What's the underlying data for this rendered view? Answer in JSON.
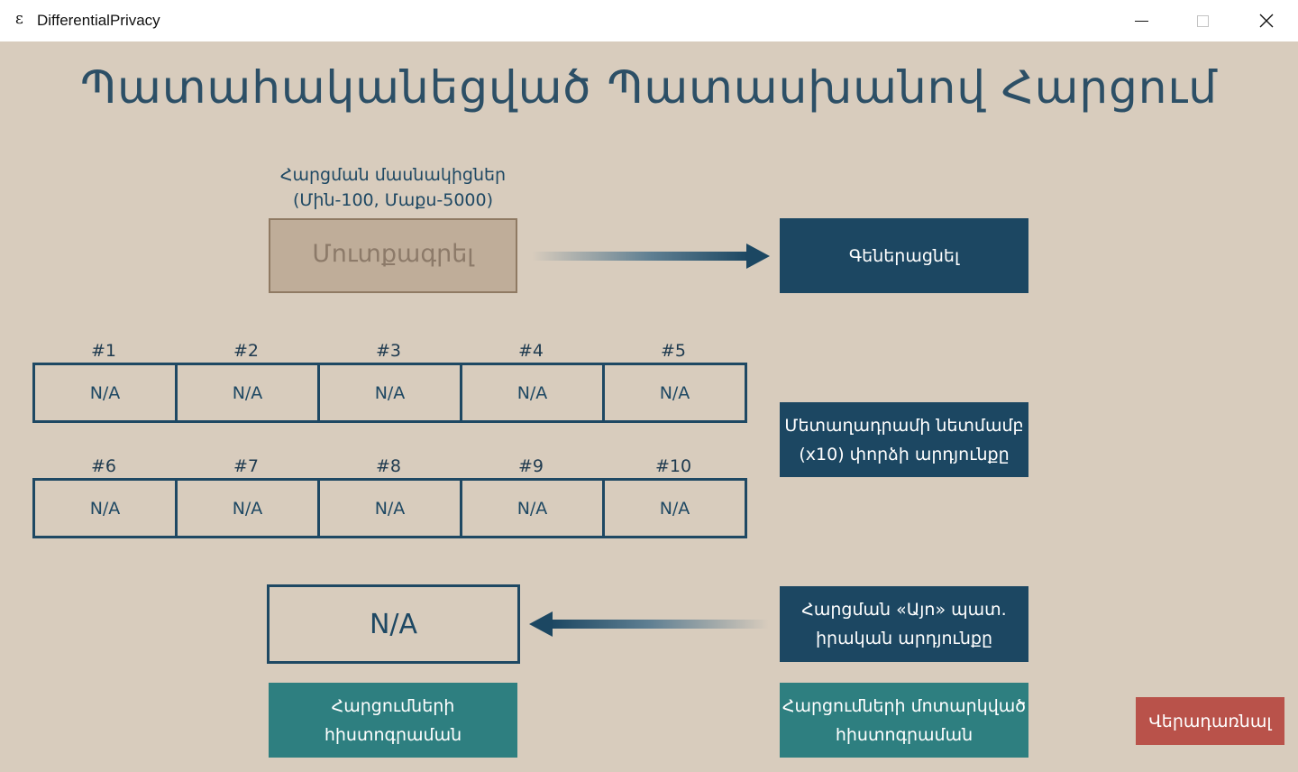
{
  "window": {
    "app_icon": "ε",
    "title": "DifferentialPrivacy",
    "minimize_icon": "minimize-icon",
    "maximize_icon": "maximize-icon",
    "close_icon": "close-icon",
    "close_glyph": "✕"
  },
  "page": {
    "title": "Պատահականեցված Պատասխանով Հարցում"
  },
  "participants": {
    "label_line1": "Հարցման մասնակիցներ",
    "label_line2": "(Մին-100, Մաքս-5000)",
    "input_placeholder": "Մուտքագրել"
  },
  "buttons": {
    "generate": "Գեներացնել",
    "meta_line1": "Մետաղադրամի նետմամբ",
    "meta_line2": "(x10) փորձի արդյունքը",
    "yes_line1": "Հարցման «Այո» պատ.",
    "yes_line2": "իրական արդյունքը",
    "hist_line1": "Հարցումների",
    "hist_line2": "հիստոգրաման",
    "approx_hist_line1": "Հարցումների մոտարկված",
    "approx_hist_line2": "հիստոգրաման",
    "reset": "Վերադառնալ"
  },
  "trials": [
    {
      "label": "#1",
      "value": "N/A"
    },
    {
      "label": "#2",
      "value": "N/A"
    },
    {
      "label": "#3",
      "value": "N/A"
    },
    {
      "label": "#4",
      "value": "N/A"
    },
    {
      "label": "#5",
      "value": "N/A"
    },
    {
      "label": "#6",
      "value": "N/A"
    },
    {
      "label": "#7",
      "value": "N/A"
    },
    {
      "label": "#8",
      "value": "N/A"
    },
    {
      "label": "#9",
      "value": "N/A"
    },
    {
      "label": "#10",
      "value": "N/A"
    }
  ],
  "result": {
    "value": "N/A"
  },
  "colors": {
    "background": "#d8ccbd",
    "primary_dark": "#1c4762",
    "teal": "#2e7f80",
    "reset_red": "#b9524a",
    "input_bg": "#bfad99"
  }
}
